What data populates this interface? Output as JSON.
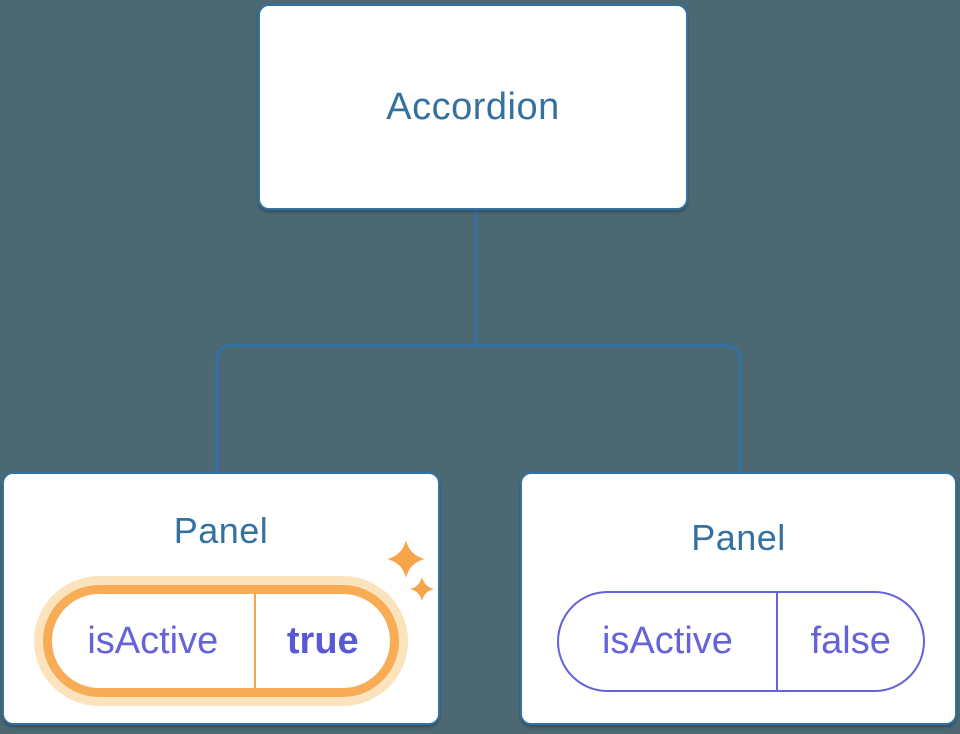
{
  "diagram": {
    "description": "Component tree diagram: an Accordion parent component with two Panel children holding isActive state",
    "root": {
      "label": "Accordion"
    },
    "panels": [
      {
        "title": "Panel",
        "state_key": "isActive",
        "state_value": "true",
        "highlighted": true
      },
      {
        "title": "Panel",
        "state_key": "isActive",
        "state_value": "false",
        "highlighted": false
      }
    ],
    "colors": {
      "background": "#4C6872",
      "node_fill": "#FFFFFF",
      "node_border": "#3272A4",
      "node_text": "#35719F",
      "connector": "#3272A4",
      "state_text": "#6562DA",
      "state_value_active": "#5958D6",
      "highlight_ring": "#F7AC55",
      "highlight_glow": "#FBE3BD",
      "highlight_divider": "#F2A74F",
      "sparkle": "#F7A54A"
    }
  }
}
